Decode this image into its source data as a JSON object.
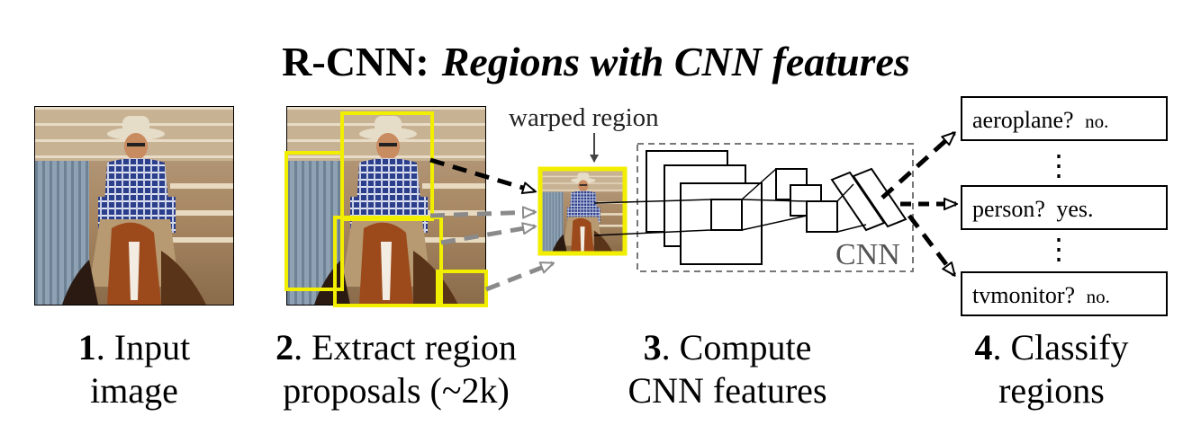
{
  "title": {
    "bold": "R-CNN:",
    "italic": "Regions with CNN features"
  },
  "steps": [
    {
      "num": "1",
      "line1": ". Input",
      "line2": "image"
    },
    {
      "num": "2",
      "line1": ". Extract region",
      "line2": "proposals (~2k)"
    },
    {
      "num": "3",
      "line1": ". Compute",
      "line2": "CNN features"
    },
    {
      "num": "4",
      "line1": ". Classify",
      "line2": "regions"
    }
  ],
  "annotations": {
    "warped": "warped region",
    "cnn": "CNN"
  },
  "classes": [
    {
      "name": "aeroplane?",
      "answer": "no."
    },
    {
      "name": "person?",
      "answer": "yes."
    },
    {
      "name": "tvmonitor?",
      "answer": "no."
    }
  ],
  "ellipsis": "⋮",
  "colors": {
    "proposal": "#f2ee00",
    "arrow_dark": "#000000",
    "arrow_gray": "#8a8a8a",
    "cnn_box": "#777777"
  }
}
